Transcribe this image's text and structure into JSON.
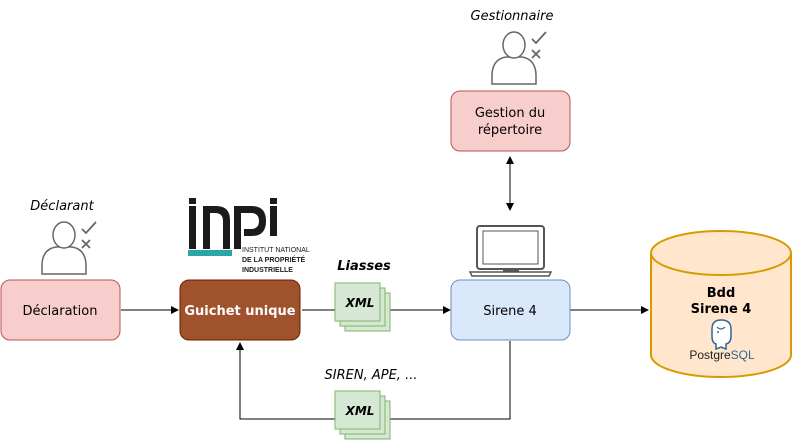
{
  "actors": {
    "declarant": {
      "label": "Déclarant"
    },
    "gestionnaire": {
      "label": "Gestionnaire"
    }
  },
  "nodes": {
    "declaration": {
      "label": "Déclaration",
      "fill": "#f8cecc",
      "stroke": "#b85450"
    },
    "guichet": {
      "label": "Guichet unique",
      "fill": "#a0522d",
      "stroke": "#6d1f00"
    },
    "sirene": {
      "label": "Sirene 4",
      "fill": "#dae8fc",
      "stroke": "#6c8ebf"
    },
    "gestion": {
      "line1": "Gestion du",
      "line2": "répertoire",
      "fill": "#f8cecc",
      "stroke": "#b85450"
    },
    "bdd": {
      "line1": "Bdd",
      "line2": "Sirene 4",
      "fill": "#ffe6cc",
      "stroke": "#d79b00",
      "db_label_a": "Postgre",
      "db_label_b": "SQL"
    }
  },
  "documents": {
    "liasses": {
      "title": "Liasses",
      "type": "XML",
      "fill": "#d5e8d4",
      "stroke": "#82b366"
    },
    "siren": {
      "title": "SIREN, APE, ...",
      "type": "XML",
      "fill": "#d5e8d4",
      "stroke": "#82b366"
    }
  },
  "logo": {
    "name": "inpi",
    "line1": "INSTITUT NATIONAL",
    "line2": "DE LA PROPRIÉTÉ",
    "line3": "INDUSTRIELLE",
    "teal": "#2aa6a6"
  }
}
